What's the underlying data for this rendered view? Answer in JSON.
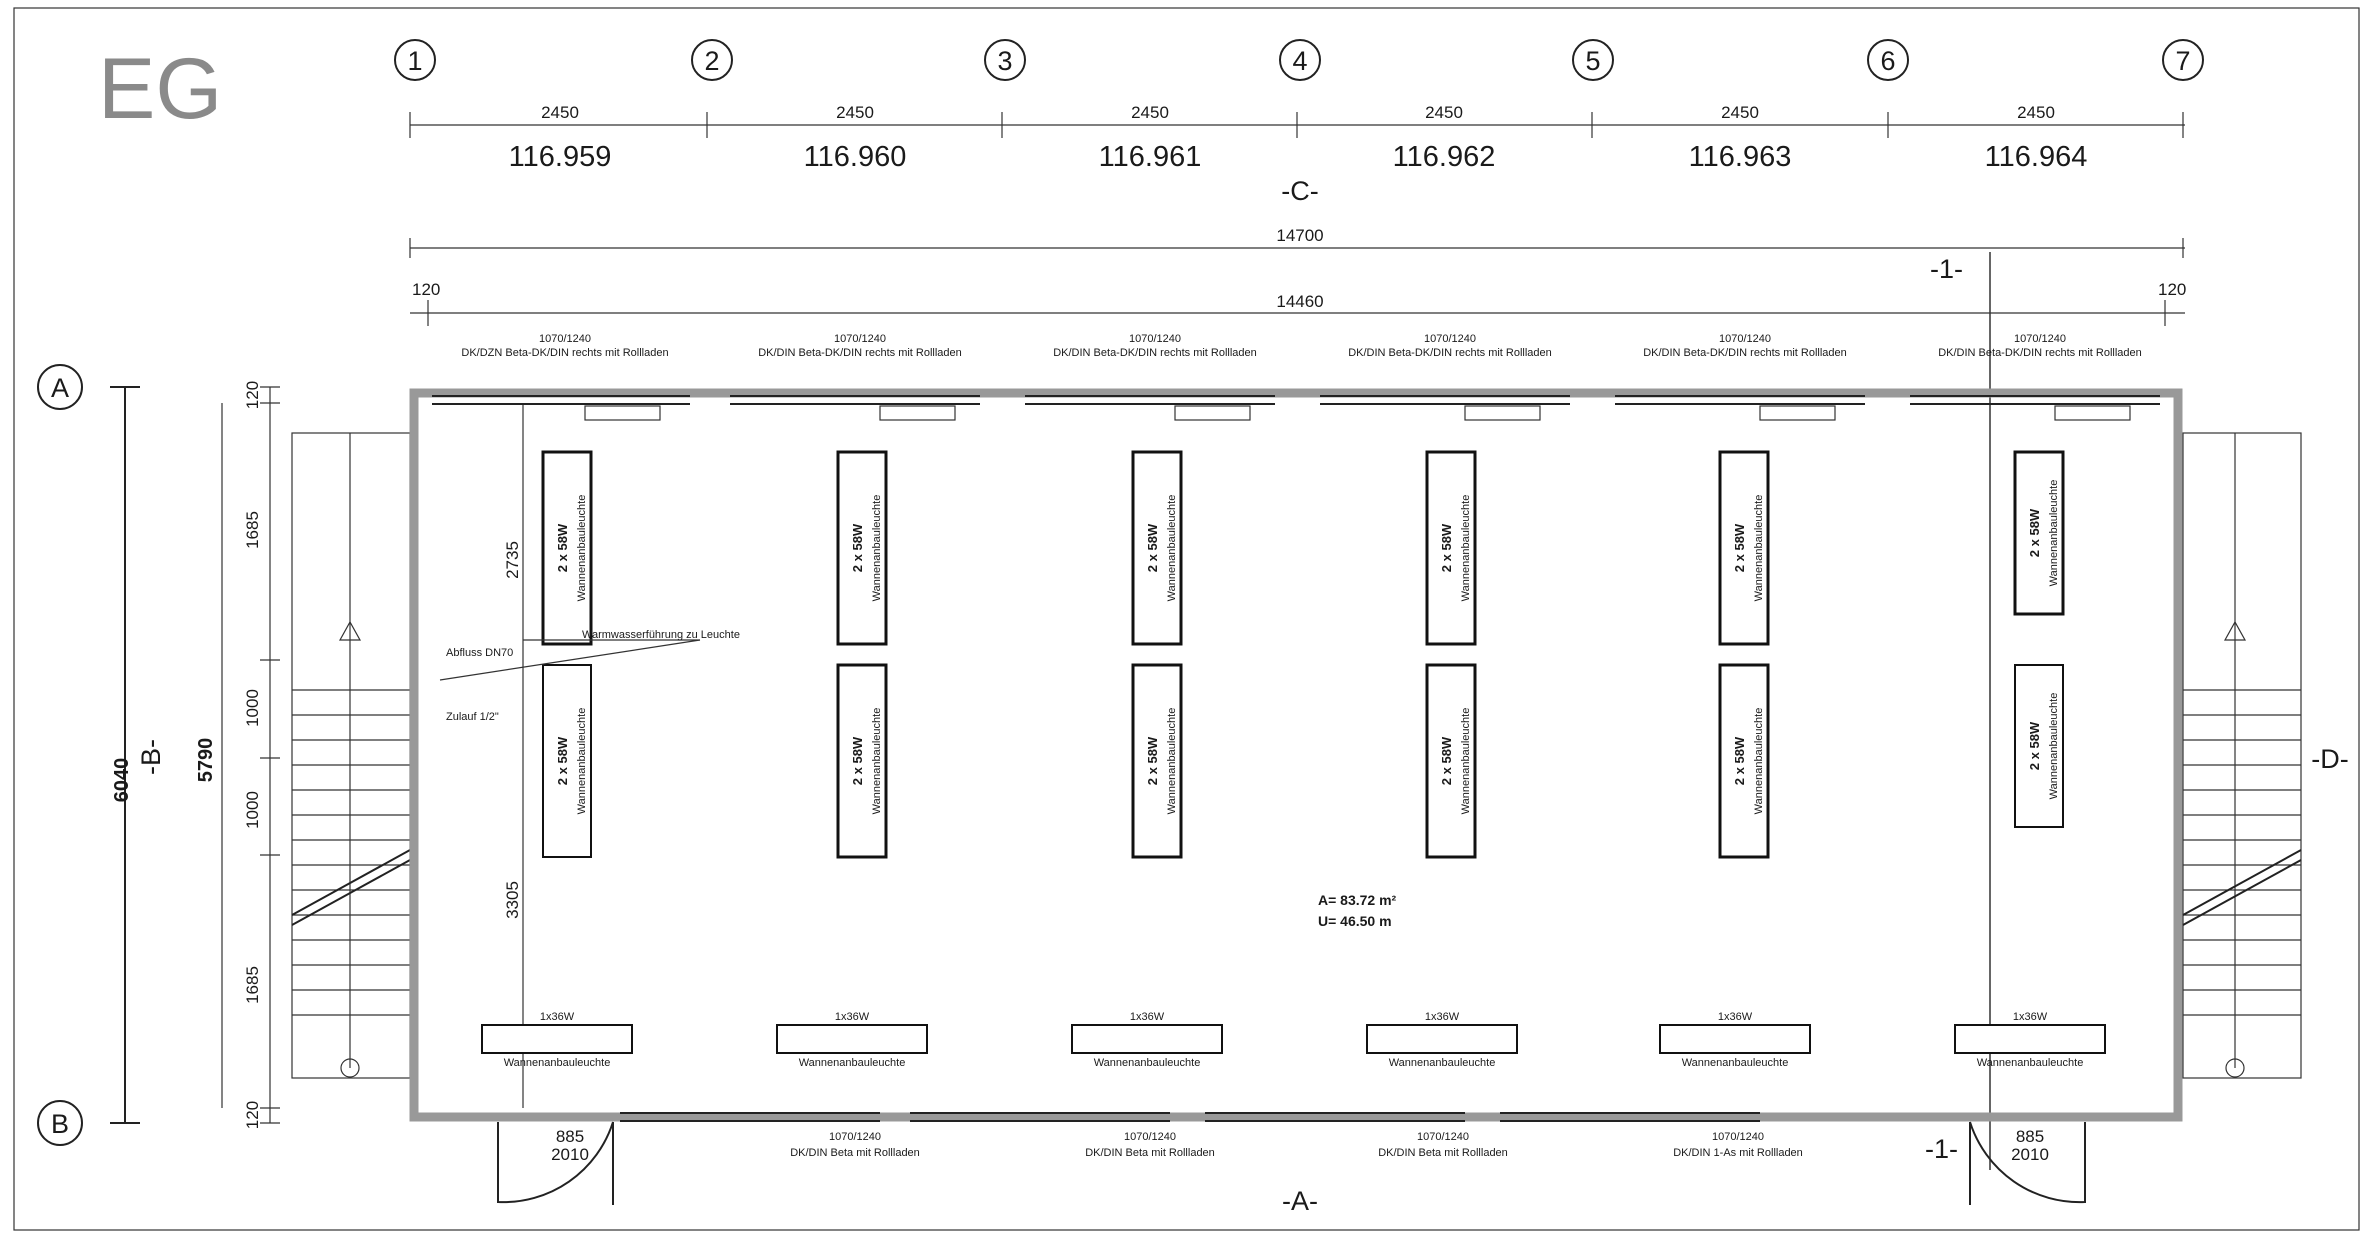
{
  "floor_label": "EG",
  "grid_columns": [
    "1",
    "2",
    "3",
    "4",
    "5",
    "6",
    "7"
  ],
  "grid_rows": [
    "A",
    "B"
  ],
  "top_dimensions": [
    {
      "span": "2450",
      "module": "116.959"
    },
    {
      "span": "2450",
      "module": "116.960"
    },
    {
      "span": "2450",
      "module": "116.961"
    },
    {
      "span": "2450",
      "module": "116.962"
    },
    {
      "span": "2450",
      "module": "116.963"
    },
    {
      "span": "2450",
      "module": "116.964"
    }
  ],
  "overall_length": "14700",
  "inner_length": "14460",
  "edge_offset_left": "120",
  "edge_offset_right": "120",
  "left_dimensions": {
    "overall": "6040",
    "inner": "5790",
    "segments": [
      "120",
      "1685",
      "1000",
      "1000",
      "1685",
      "120"
    ],
    "top_segment": "120",
    "mid_segments_top": [
      "1685",
      "1000"
    ],
    "mid_segments_bottom": [
      "1000",
      "1685"
    ],
    "bottom_segment": "120",
    "inner_wall_upper": "2735",
    "inner_wall_lower": "3305"
  },
  "section_markers": {
    "top": "-C-",
    "bottom": "-A-",
    "right": "-D-",
    "left": "-B-",
    "cut_top": "-1-",
    "cut_bottom": "-1-"
  },
  "windows_top": [
    {
      "size": "1070/1240",
      "desc": "DK/DZN Beta-DK/DIN rechts mit Rollladen"
    },
    {
      "size": "1070/1240",
      "desc": "DK/DIN Beta-DK/DIN rechts mit Rollladen"
    },
    {
      "size": "1070/1240",
      "desc": "DK/DIN Beta-DK/DIN rechts mit Rollladen"
    },
    {
      "size": "1070/1240",
      "desc": "DK/DIN Beta-DK/DIN rechts mit Rollladen"
    },
    {
      "size": "1070/1240",
      "desc": "DK/DIN Beta-DK/DIN rechts mit Rollladen"
    },
    {
      "size": "1070/1240",
      "desc": "DK/DIN Beta-DK/DIN rechts mit Rollladen"
    }
  ],
  "windows_bottom": [
    {
      "size": "1070/1240",
      "desc": "DK/DIN Beta mit Rollladen"
    },
    {
      "size": "1070/1240",
      "desc": "DK/DIN Beta mit Rollladen"
    },
    {
      "size": "1070/1240",
      "desc": "DK/DIN Beta mit Rollladen"
    },
    {
      "size": "1070/1240",
      "desc": "DK/DIN 1-As mit Rollladen"
    }
  ],
  "lamp_top_row": [
    {
      "power": "2 x 58W",
      "type": "Wannenanbauleuchte"
    },
    {
      "power": "2 x 58W",
      "type": "Wannenanbauleuchte"
    },
    {
      "power": "2 x 58W",
      "type": "Wannenanbauleuchte"
    },
    {
      "power": "2 x 58W",
      "type": "Wannenanbauleuchte"
    },
    {
      "power": "2 x 58W",
      "type": "Wannenanbauleuchte"
    },
    {
      "power": "2 x 58W",
      "type": "Wannenanbauleuchte"
    }
  ],
  "lamp_bottom_row": [
    {
      "power": "2 x 58W",
      "type": "Wannenanbauleuchte"
    },
    {
      "power": "2 x 58W",
      "type": "Wannenanbauleuchte"
    },
    {
      "power": "2 x 58W",
      "type": "Wannenanbauleuchte"
    },
    {
      "power": "2 x 58W",
      "type": "Wannenanbauleuchte"
    },
    {
      "power": "2 x 58W",
      "type": "Wannenanbauleuchte"
    },
    {
      "power": "2 x 58W",
      "type": "Wannenanbauleuchte"
    }
  ],
  "wall_lamps": [
    {
      "power": "1x36W",
      "type": "Wannenanbauleuchte"
    },
    {
      "power": "1x36W",
      "type": "Wannenanbauleuchte"
    },
    {
      "power": "1x36W",
      "type": "Wannenanbauleuchte"
    },
    {
      "power": "1x36W",
      "type": "Wannenanbauleuchte"
    },
    {
      "power": "1x36W",
      "type": "Wannenanbauleuchte"
    },
    {
      "power": "1x36W",
      "type": "Wannenanbauleuchte"
    }
  ],
  "area_label": "A= 83.72 m²",
  "perimeter_label": "U= 46.50 m",
  "doors": [
    {
      "size": "885",
      "height": "2010"
    },
    {
      "size": "885",
      "height": "2010"
    }
  ],
  "service_notes": {
    "note1": "Warmwasserführung zu Leuchte",
    "note2": "Abfluss DN70",
    "note3": "Zulauf 1/2\""
  }
}
